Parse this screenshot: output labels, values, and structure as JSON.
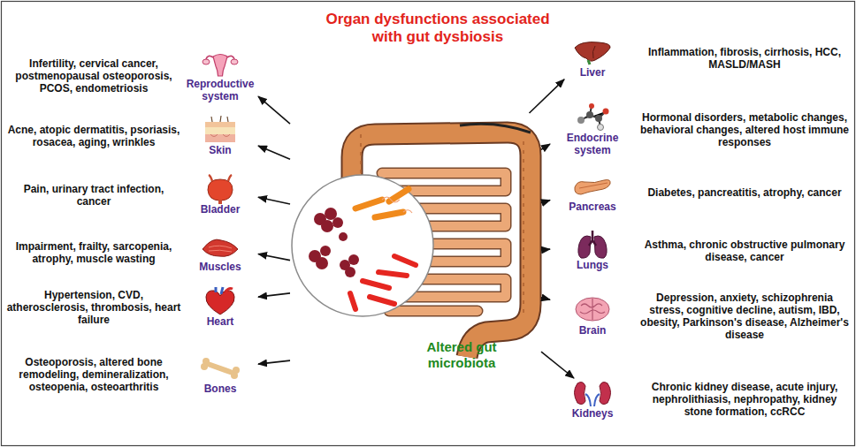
{
  "diagram": {
    "title": "Organ dysfunctions associated with gut dysbiosis",
    "nodes": [
      {
        "text": [
          "Altered gut microbiota"
        ]
      },
      {
        "text": [
          "Reproductive system",
          "Infertility, cervical cancer, postmenopausal osteoporosis, PCOS, endometriosis"
        ]
      },
      {
        "text": [
          "Skin",
          "Acne, atopic dermatitis, psoriasis, rosacea, aging, wrinkles"
        ]
      },
      {
        "text": [
          "Bladder",
          "Pain, urinary tract infection, cancer"
        ]
      },
      {
        "text": [
          "Muscles",
          "Impairment, frailty, sarcopenia, atrophy, muscle wasting"
        ]
      },
      {
        "text": [
          "Heart",
          "Hypertension, CVD, atherosclerosis, thrombosis, heart failure"
        ]
      },
      {
        "text": [
          "Bones",
          "Osteoporosis, altered bone remodeling, demineralization, osteopenia, osteoarthritis"
        ]
      },
      {
        "text": [
          "Liver",
          "Inflammation, fibrosis, cirrhosis, HCC, MASLD/MASH"
        ]
      },
      {
        "text": [
          "Endocrine system",
          "Hormonal disorders, metabolic changes, behavioral changes, altered host immune responses"
        ]
      },
      {
        "text": [
          "Pancreas",
          "Diabetes, pancreatitis, atrophy, cancer"
        ]
      },
      {
        "text": [
          "Lungs",
          "Asthma, chronic obstructive pulmonary disease, cancer"
        ]
      },
      {
        "text": [
          "Brain",
          "Depression, anxiety, schizophrenia stress, cognitive decline, autism, IBD, obesity, Parkinson's disease, Alzheimer's disease"
        ]
      },
      {
        "text": [
          "Kidneys",
          "Chronic kidney disease, acute injury, nephrolithiasis, nephropathy, kidney stone formation, ccRCC"
        ]
      }
    ],
    "edges": [
      {
        "from": 0,
        "to": 1,
        "arrow": "to"
      },
      {
        "from": 0,
        "to": 2,
        "arrow": "to"
      },
      {
        "from": 0,
        "to": 3,
        "arrow": "to"
      },
      {
        "from": 0,
        "to": 4,
        "arrow": "to"
      },
      {
        "from": 0,
        "to": 5,
        "arrow": "to"
      },
      {
        "from": 0,
        "to": 6,
        "arrow": "to"
      },
      {
        "from": 0,
        "to": 7,
        "arrow": "to"
      },
      {
        "from": 0,
        "to": 8,
        "arrow": "to"
      },
      {
        "from": 0,
        "to": 9,
        "arrow": "to"
      },
      {
        "from": 0,
        "to": 10,
        "arrow": "to"
      },
      {
        "from": 0,
        "to": 11,
        "arrow": "to"
      },
      {
        "from": 0,
        "to": 12,
        "arrow": "to"
      }
    ]
  }
}
